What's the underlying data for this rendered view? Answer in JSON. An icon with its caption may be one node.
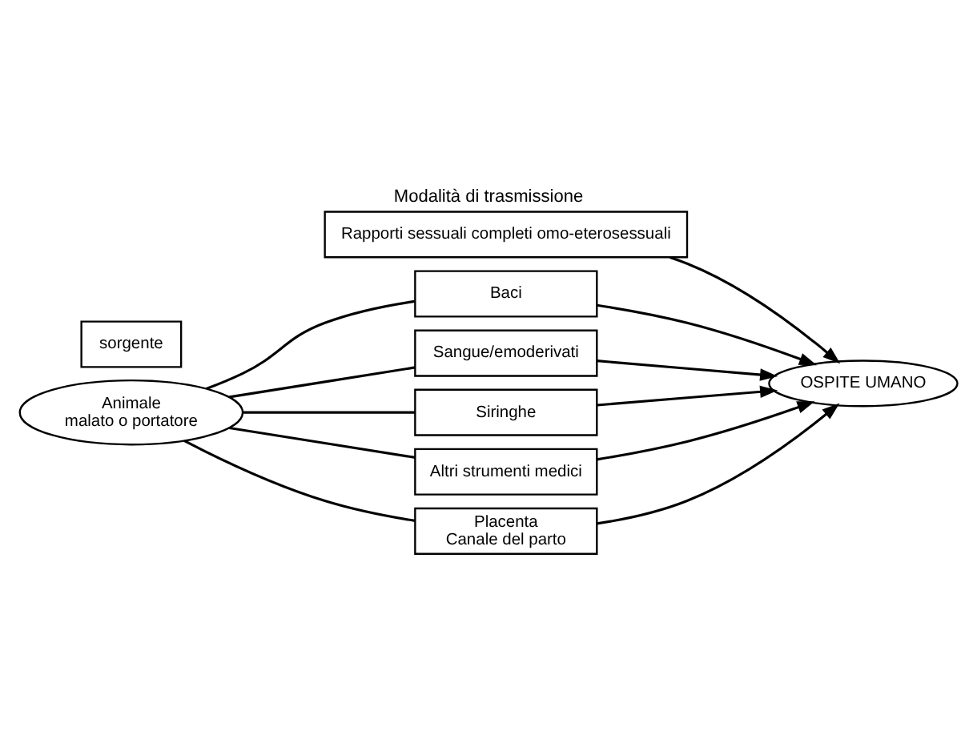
{
  "diagram": {
    "title": "Modalità di trasmissione",
    "nodes": [
      {
        "text": [
          "Rapporti sessuali completi omo-eterosessuali"
        ]
      },
      {
        "text": [
          "sorgente"
        ]
      },
      {
        "text": [
          "Animale",
          "malato o portatore"
        ]
      },
      {
        "text": [
          "Baci"
        ]
      },
      {
        "text": [
          "Sangue/emoderivati"
        ]
      },
      {
        "text": [
          "Siringhe"
        ]
      },
      {
        "text": [
          "Altri strumenti medici"
        ]
      },
      {
        "text": [
          "Placenta",
          "Canale del parto"
        ]
      },
      {
        "text": [
          "OSPITE UMANO"
        ]
      }
    ],
    "edges": [
      {
        "from": 2,
        "to": 3,
        "arrow": "none"
      },
      {
        "from": 2,
        "to": 4,
        "arrow": "none"
      },
      {
        "from": 2,
        "to": 5,
        "arrow": "none"
      },
      {
        "from": 2,
        "to": 6,
        "arrow": "none"
      },
      {
        "from": 2,
        "to": 7,
        "arrow": "none"
      },
      {
        "from": 0,
        "to": 8,
        "arrow": "to"
      },
      {
        "from": 3,
        "to": 8,
        "arrow": "to"
      },
      {
        "from": 4,
        "to": 8,
        "arrow": "to"
      },
      {
        "from": 5,
        "to": 8,
        "arrow": "to"
      },
      {
        "from": 6,
        "to": 8,
        "arrow": "to"
      },
      {
        "from": 7,
        "to": 8,
        "arrow": "to"
      }
    ]
  }
}
